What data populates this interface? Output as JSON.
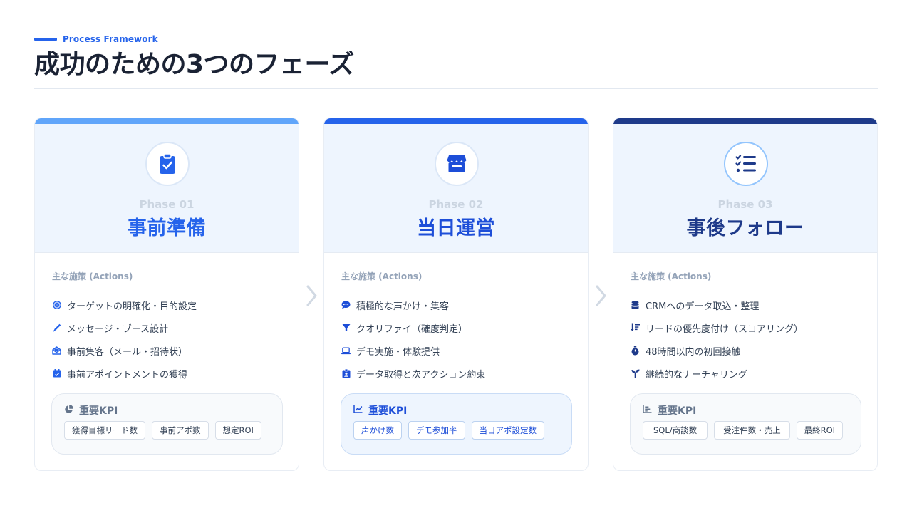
{
  "header": {
    "eyebrow": "Process Framework",
    "title": "成功のための3つのフェーズ"
  },
  "colors": {
    "accent": "#2563eb",
    "phase1_bar": "#60a5fa",
    "phase2_bar": "#2563eb",
    "phase3_bar": "#1e3a8a",
    "phase1_title": "#2563eb",
    "phase2_title": "#1d4ed8",
    "phase3_title": "#1e3a8a"
  },
  "phases": [
    {
      "label": "Phase 01",
      "title": "事前準備",
      "icon": "clipboard-check-icon",
      "actions_heading": "主な施策 (Actions)",
      "actions": [
        {
          "icon": "target-icon",
          "text": "ターゲットの明確化・目的設定"
        },
        {
          "icon": "pen-icon",
          "text": "メッセージ・ブース設計"
        },
        {
          "icon": "envelope-open-icon",
          "text": "事前集客（メール・招待状）"
        },
        {
          "icon": "calendar-check-icon",
          "text": "事前アポイントメントの獲得"
        }
      ],
      "kpi": {
        "icon": "pie-chart-icon",
        "heading": "重要KPI",
        "tags": [
          "獲得目標リード数",
          "事前アポ数",
          "想定ROI"
        ]
      }
    },
    {
      "label": "Phase 02",
      "title": "当日運営",
      "icon": "store-icon",
      "actions_heading": "主な施策 (Actions)",
      "actions": [
        {
          "icon": "comment-dots-icon",
          "text": "積極的な声かけ・集客"
        },
        {
          "icon": "filter-icon",
          "text": "クオリファイ（確度判定）"
        },
        {
          "icon": "laptop-icon",
          "text": "デモ実施・体験提供"
        },
        {
          "icon": "id-badge-icon",
          "text": "データ取得と次アクション約束"
        }
      ],
      "kpi": {
        "icon": "line-chart-icon",
        "heading": "重要KPI",
        "tags": [
          "声かけ数",
          "デモ参加率",
          "当日アポ設定数"
        ]
      }
    },
    {
      "label": "Phase 03",
      "title": "事後フォロー",
      "icon": "list-check-icon",
      "actions_heading": "主な施策 (Actions)",
      "actions": [
        {
          "icon": "database-icon",
          "text": "CRMへのデータ取込・整理"
        },
        {
          "icon": "sort-amount-down-icon",
          "text": "リードの優先度付け（スコアリング）"
        },
        {
          "icon": "stopwatch-icon",
          "text": "48時間以内の初回接触"
        },
        {
          "icon": "seedling-icon",
          "text": "継続的なナーチャリング"
        }
      ],
      "kpi": {
        "icon": "bar-chart-icon",
        "heading": "重要KPI",
        "tags": [
          "SQL/商談数",
          "受注件数・売上",
          "最終ROI"
        ]
      }
    }
  ]
}
